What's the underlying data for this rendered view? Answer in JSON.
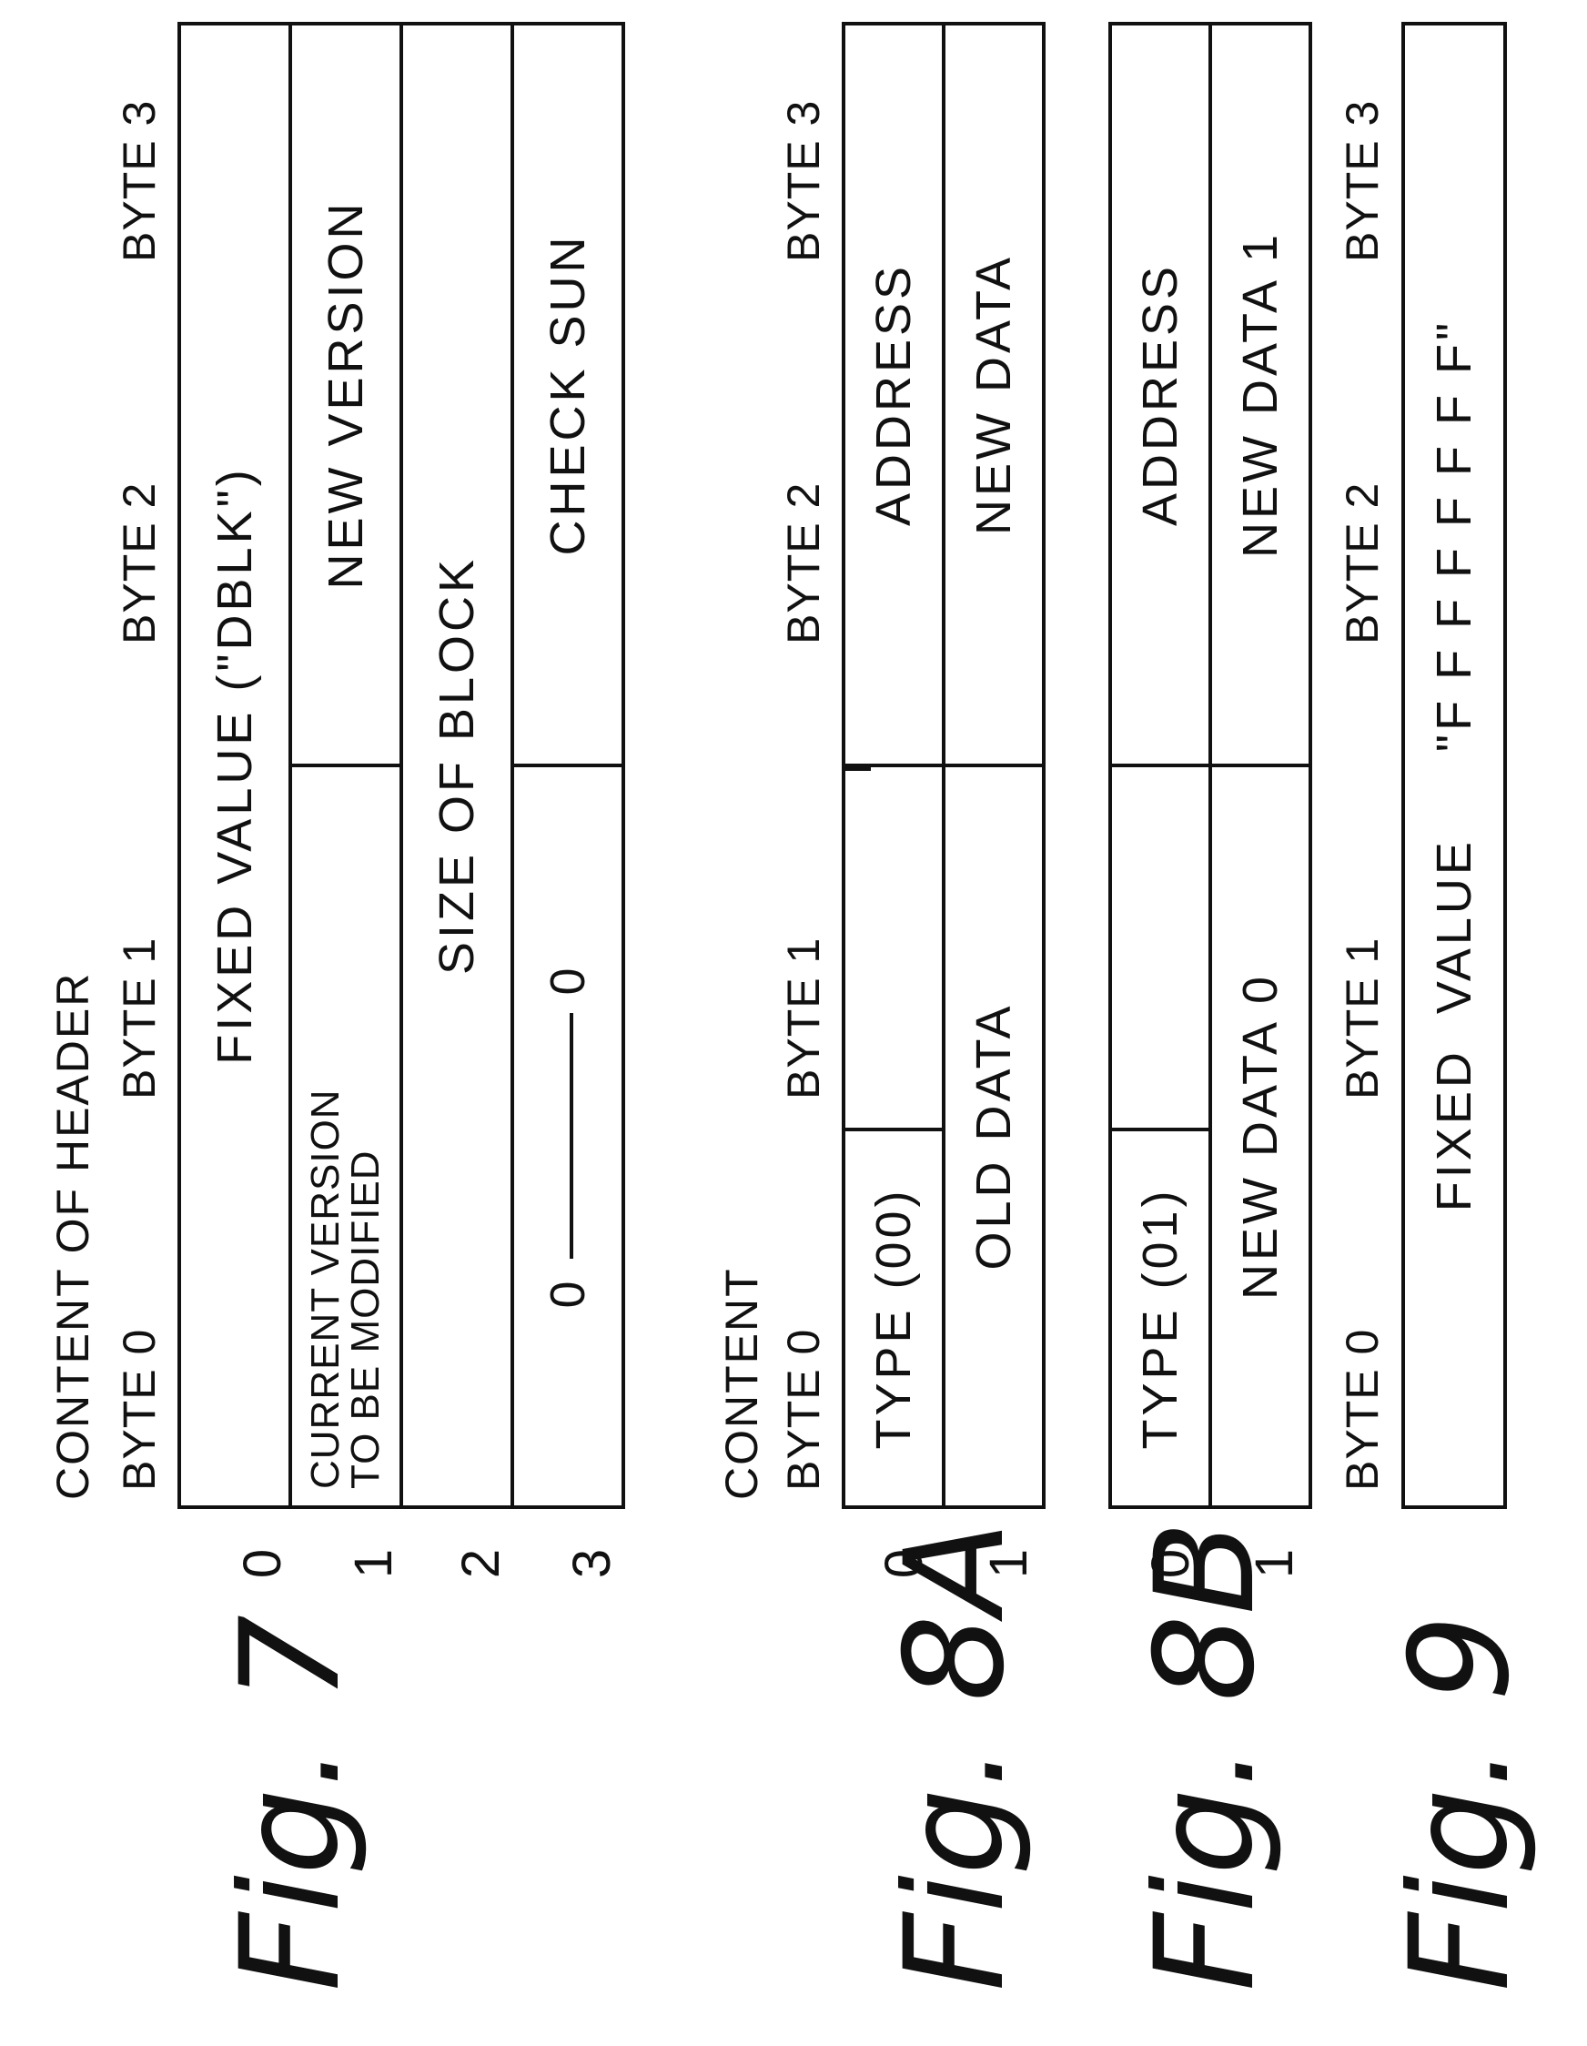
{
  "fig7": {
    "label": "Fig. 7",
    "caption": "CONTENT OF HEADER",
    "byte_headers": [
      "BYTE 0",
      "BYTE 1",
      "BYTE 2",
      "BYTE 3"
    ],
    "row_numbers": [
      "0",
      "1",
      "2",
      "3"
    ],
    "rows": {
      "r0": "FIXED  VALUE  (\"DBLK\")",
      "r1_current_line1": "CURRENT VERSION",
      "r1_current_line2": "TO BE  MODIFIED",
      "r1_new": "NEW  VERSION",
      "r2": "SIZE  OF  BLOCK",
      "r3_start": "0",
      "r3_end": "0",
      "r3_checksum": "CHECK SUN"
    }
  },
  "fig8a": {
    "label": "Fig. 8A",
    "caption": "CONTENT",
    "byte_headers": [
      "BYTE 0",
      "BYTE 1",
      "BYTE 2",
      "BYTE 3"
    ],
    "row_numbers": [
      "0",
      "1"
    ],
    "rows": {
      "r0_type": "TYPE (00)",
      "r0_address": "ADDRESS",
      "r1_old": "OLD  DATA",
      "r1_new": "NEW  DATA"
    }
  },
  "fig8b": {
    "label": "Fig. 8B",
    "byte_headers": [],
    "row_numbers": [
      "0",
      "1"
    ],
    "rows": {
      "r0_type": "TYPE (01)",
      "r0_address": "ADDRESS",
      "r1_new0": "NEW  DATA  0",
      "r1_new1": "NEW  DATA  1"
    }
  },
  "fig9": {
    "label": "Fig. 9",
    "byte_headers": [
      "BYTE 0",
      "BYTE 1",
      "BYTE 2",
      "BYTE 3"
    ],
    "rows": {
      "r0": "FIXED  VALUE     \"F F F F F F F F\""
    }
  }
}
